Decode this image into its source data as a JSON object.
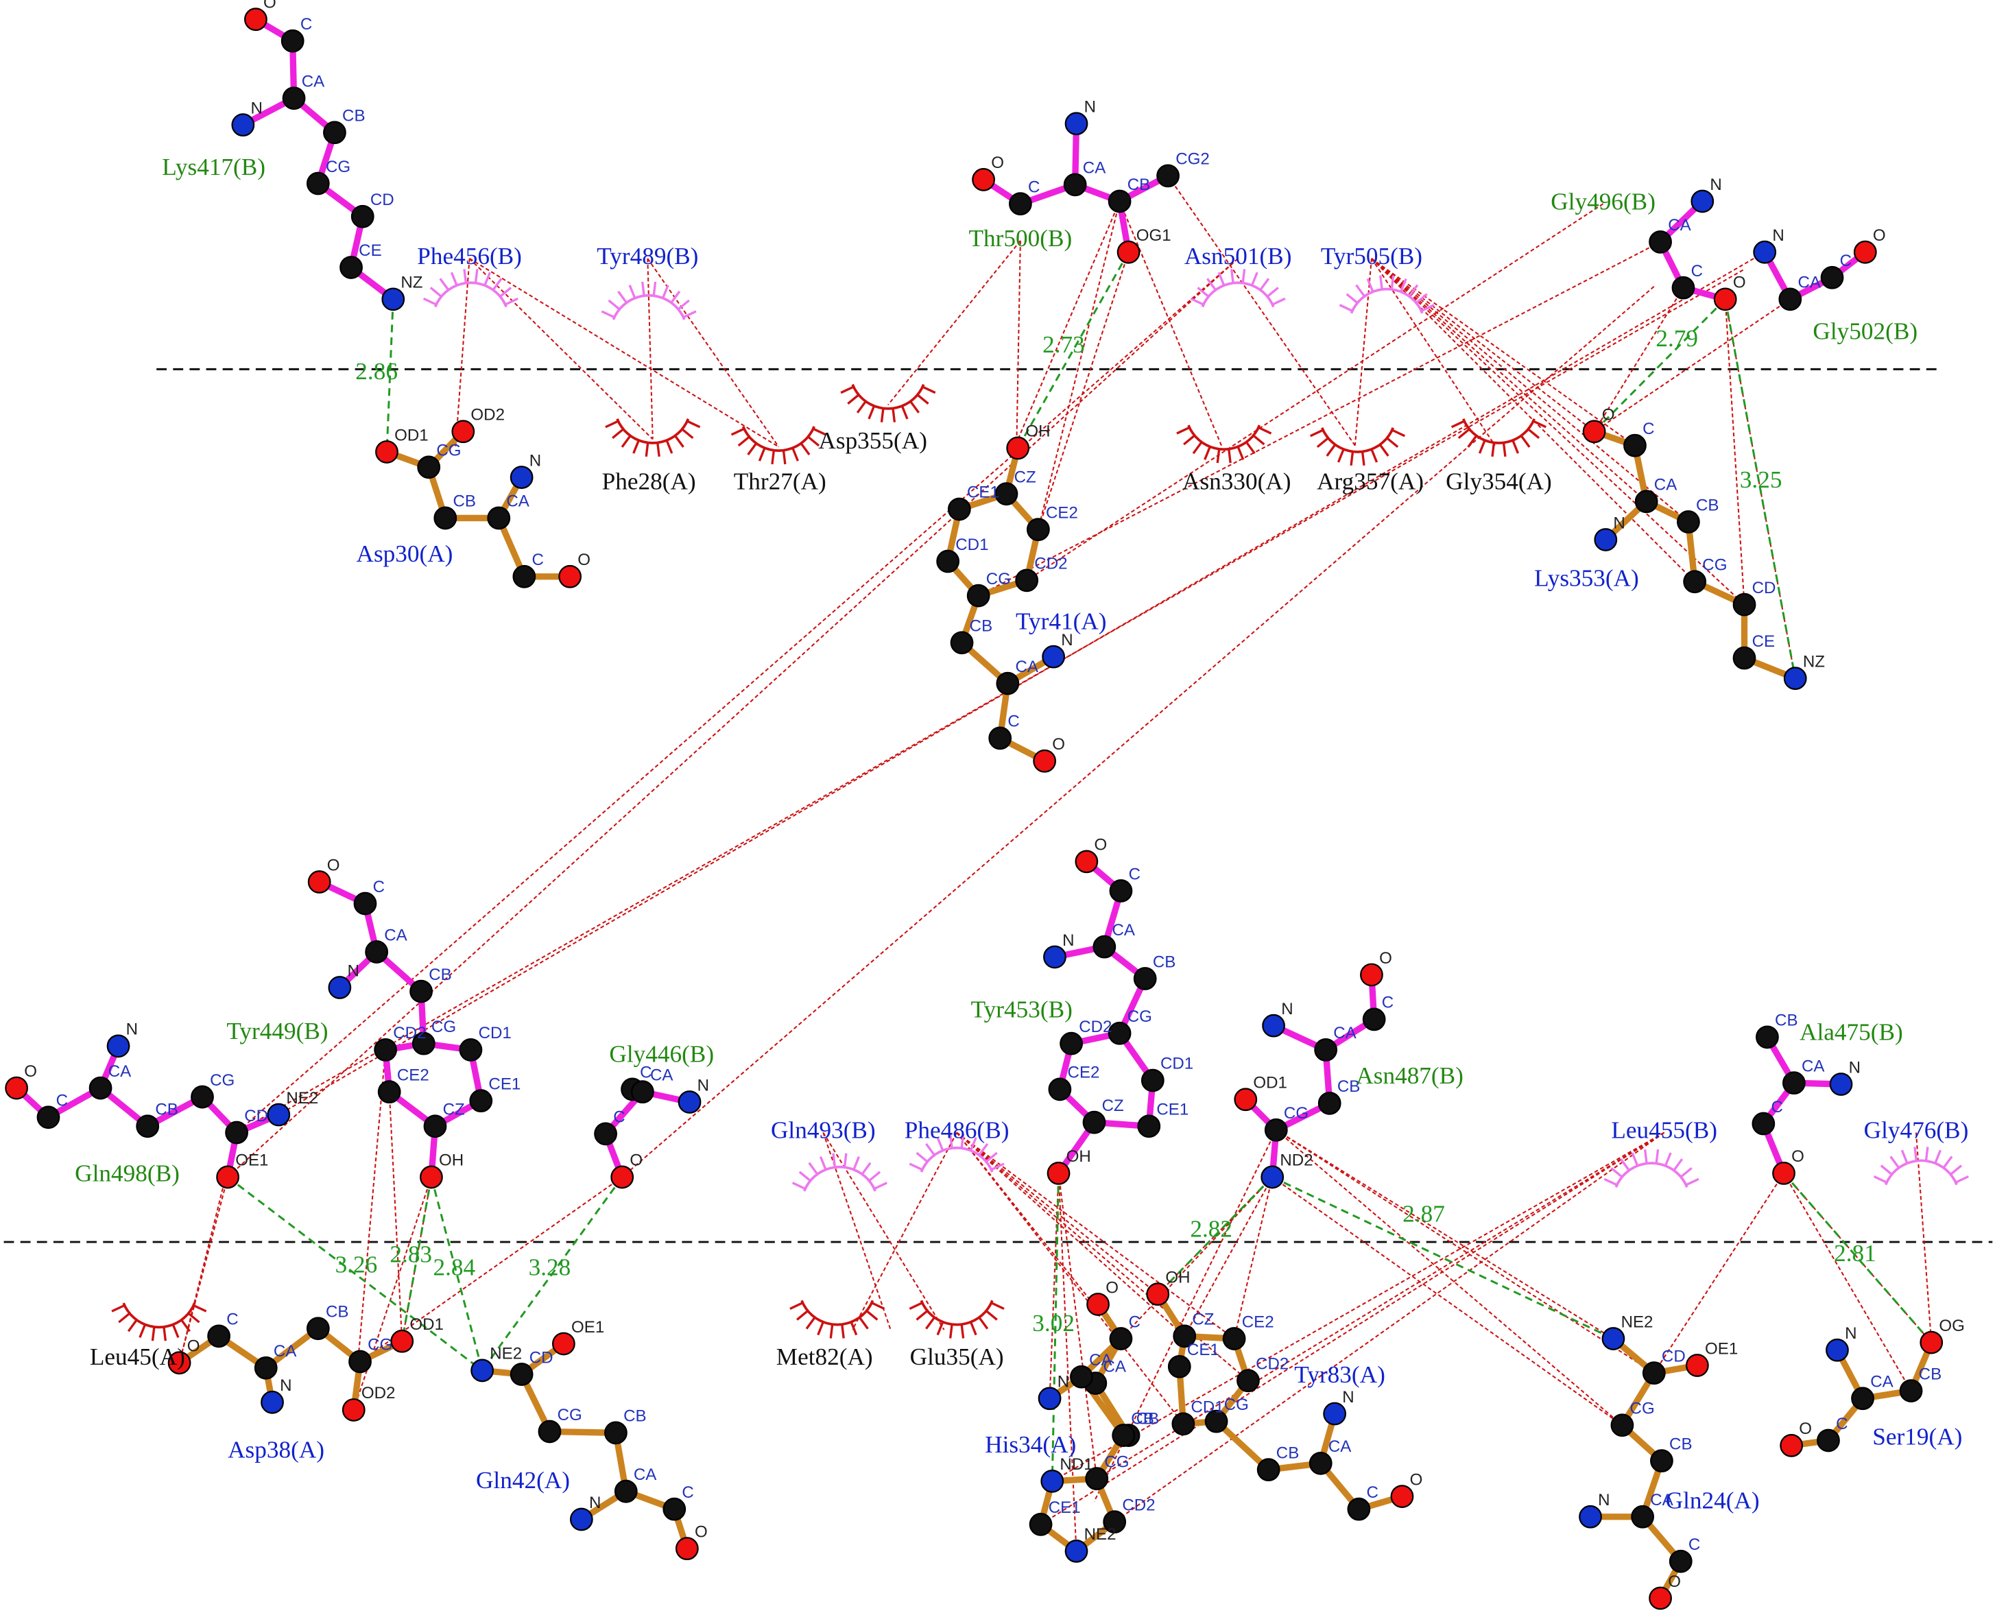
{
  "colors": {
    "ligand_bond": "#ee22dd",
    "receptor_bond": "#cc8420",
    "carbon": "#111111",
    "oxygen": "#ee1111",
    "nitrogen": "#1133cc",
    "hbond": "#229922",
    "hydrophobic_line": "#cc1111",
    "arc_receptor": "#cc1111",
    "arc_ligand": "#ee77ee",
    "label_green": "#228811",
    "label_blue": "#1122cc",
    "label_black": "#111111"
  },
  "residues": [
    {
      "label": "Lys417(B)",
      "color": "green"
    },
    {
      "label": "Phe456(B)",
      "color": "blue"
    },
    {
      "label": "Tyr489(B)",
      "color": "blue"
    },
    {
      "label": "Thr500(B)",
      "color": "green"
    },
    {
      "label": "Asn501(B)",
      "color": "blue"
    },
    {
      "label": "Tyr505(B)",
      "color": "blue"
    },
    {
      "label": "Gly496(B)",
      "color": "green"
    },
    {
      "label": "Gly502(B)",
      "color": "green"
    },
    {
      "label": "Asp355(A)",
      "color": "black"
    },
    {
      "label": "Phe28(A)",
      "color": "black"
    },
    {
      "label": "Thr27(A)",
      "color": "black"
    },
    {
      "label": "Asp30(A)",
      "color": "blue"
    },
    {
      "label": "Asn330(A)",
      "color": "black"
    },
    {
      "label": "Arg357(A)",
      "color": "black"
    },
    {
      "label": "Gly354(A)",
      "color": "black"
    },
    {
      "label": "Lys353(A)",
      "color": "blue"
    },
    {
      "label": "Tyr41(A)",
      "color": "blue"
    },
    {
      "label": "Tyr449(B)",
      "color": "green"
    },
    {
      "label": "Gly446(B)",
      "color": "green"
    },
    {
      "label": "Gln498(B)",
      "color": "green"
    },
    {
      "label": "Tyr453(B)",
      "color": "green"
    },
    {
      "label": "Asn487(B)",
      "color": "green"
    },
    {
      "label": "Ala475(B)",
      "color": "green"
    },
    {
      "label": "Gln493(B)",
      "color": "blue"
    },
    {
      "label": "Phe486(B)",
      "color": "blue"
    },
    {
      "label": "Leu455(B)",
      "color": "blue"
    },
    {
      "label": "Gly476(B)",
      "color": "blue"
    },
    {
      "label": "Leu45(A)",
      "color": "black"
    },
    {
      "label": "Asp38(A)",
      "color": "blue"
    },
    {
      "label": "Gln42(A)",
      "color": "blue"
    },
    {
      "label": "Met82(A)",
      "color": "black"
    },
    {
      "label": "Glu35(A)",
      "color": "black"
    },
    {
      "label": "Tyr83(A)",
      "color": "blue"
    },
    {
      "label": "His34(A)",
      "color": "blue"
    },
    {
      "label": "Gln24(A)",
      "color": "blue"
    },
    {
      "label": "Ser19(A)",
      "color": "blue"
    }
  ],
  "hbond_distances": [
    "2.86",
    "2.73",
    "2.79",
    "3.25",
    "3.26",
    "2.83",
    "2.84",
    "3.28",
    "2.82",
    "3.02",
    "2.87",
    "2.81"
  ]
}
